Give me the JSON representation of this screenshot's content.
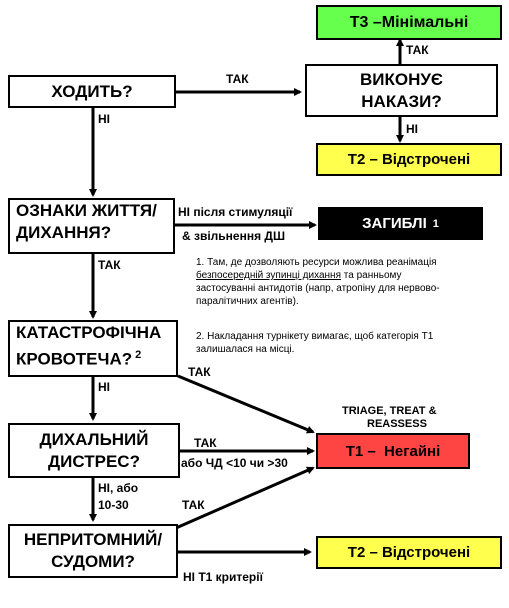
{
  "nodes": {
    "t3": "T3 –Мінімальні",
    "walks": "ХОДИТЬ?",
    "obeys_1": "ВИКОНУЄ",
    "obeys_2": "НАКАЗИ?",
    "t2_top": "T2 – Відстрочені",
    "signs_1": "ОЗНАКИ ЖИТТЯ/",
    "signs_2": "ДИХАННЯ?",
    "dead": "ЗАГИБЛІ",
    "dead_sup": "1",
    "hemo_1": "КАТАСТРОФІЧНА",
    "hemo_2": "КРОВОТЕЧА?",
    "hemo_sup": "2",
    "resp_1": "ДИХАЛЬНИЙ",
    "resp_2": "ДИСТРЕС?",
    "t1": "T1 –  Негайні",
    "unc_1": "НЕПРИТОМНИЙ/",
    "unc_2": "СУДОМИ?",
    "t2_bottom": "T2 – Відстрочені"
  },
  "labels": {
    "yes_walks": "ТАК",
    "yes_obeys": "ТАК",
    "no_walks": "НІ",
    "no_obeys": "НІ",
    "no_signs_1": "НІ після стимуляції",
    "no_signs_2": "& звільнення ДШ",
    "yes_signs": "ТАК",
    "yes_hemo": "ТАК",
    "no_hemo": "НІ",
    "yes_resp_1": "ТАК",
    "yes_resp_2": "або ЧД <10 чи >30",
    "no_resp_1": "НІ, або",
    "no_resp_2": "10-30",
    "yes_unc": "ТАК",
    "no_unc": "НІ T1 критерії",
    "triage_1": "TRIAGE, TREAT &",
    "triage_2": "REASSESS"
  },
  "notes": {
    "n1_a": "1. Там, де дозволяють ресурси можлива реанімація",
    "n1_b_u": "безпосередній зупинці дихання",
    "n1_b": " та ранньому",
    "n1_c": "застосуванні антидотів (напр, атропіну для нервово-",
    "n1_d": "паралітичних агентів).",
    "n2_a": "2. Накладання турнікету вимагає, щоб категорія T1",
    "n2_b": "залишалася на місці."
  },
  "colors": {
    "green": "#66ff4d",
    "yellow": "#ffff4d",
    "red": "#ff4444",
    "black": "#000000"
  }
}
